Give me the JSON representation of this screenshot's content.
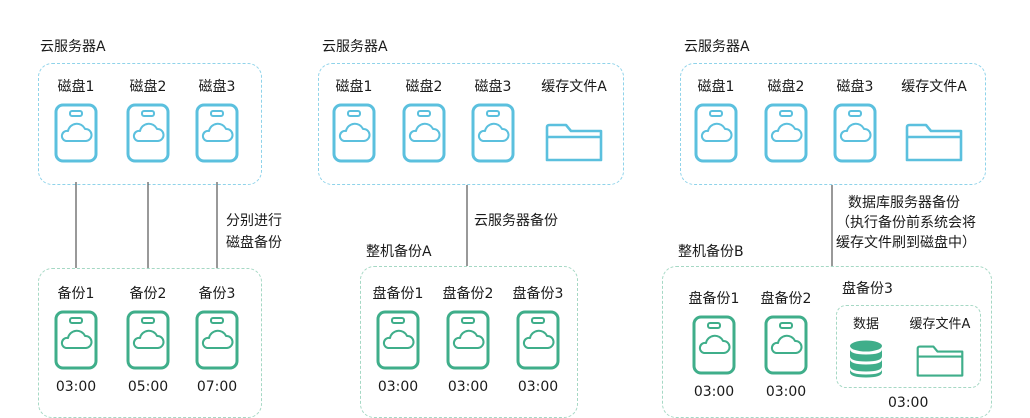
{
  "panel1": {
    "server_title": "云服务器A",
    "disks": [
      "磁盘1",
      "磁盘2",
      "磁盘3"
    ],
    "arrow_label_line1": "分别进行",
    "arrow_label_line2": "磁盘备份",
    "backups": [
      {
        "label": "备份1",
        "time": "03:00"
      },
      {
        "label": "备份2",
        "time": "05:00"
      },
      {
        "label": "备份3",
        "time": "07:00"
      }
    ]
  },
  "panel2": {
    "server_title": "云服务器A",
    "disks": [
      "磁盘1",
      "磁盘2",
      "磁盘3"
    ],
    "cache_file": "缓存文件A",
    "arrow_label": "云服务器备份",
    "backup_title": "整机备份A",
    "backups": [
      {
        "label": "盘备份1",
        "time": "03:00"
      },
      {
        "label": "盘备份2",
        "time": "03:00"
      },
      {
        "label": "盘备份3",
        "time": "03:00"
      }
    ]
  },
  "panel3": {
    "server_title": "云服务器A",
    "disks": [
      "磁盘1",
      "磁盘2",
      "磁盘3"
    ],
    "cache_file": "缓存文件A",
    "arrow_label_line1": "数据库服务器备份",
    "arrow_label_line2": "（执行备份前系统会将",
    "arrow_label_line3": "缓存文件刷到磁盘中）",
    "backup_title": "整机备份B",
    "backups": [
      {
        "label": "盘备份1",
        "time": "03:00"
      },
      {
        "label": "盘备份2",
        "time": "03:00"
      }
    ],
    "backup3": {
      "label": "盘备份3",
      "data_label": "数据",
      "cache_label": "缓存文件A",
      "time": "03:00"
    }
  },
  "colors": {
    "blue_icon": "#5bc0de",
    "green_icon": "#3fae8a",
    "blue_border": "#8fd3ea",
    "green_border": "#a5d8c4",
    "arrow": "#555555"
  },
  "icons": {
    "disk": "disk-cloud-icon",
    "backup": "backup-cloud-icon",
    "folder": "folder-icon",
    "database": "database-icon"
  }
}
